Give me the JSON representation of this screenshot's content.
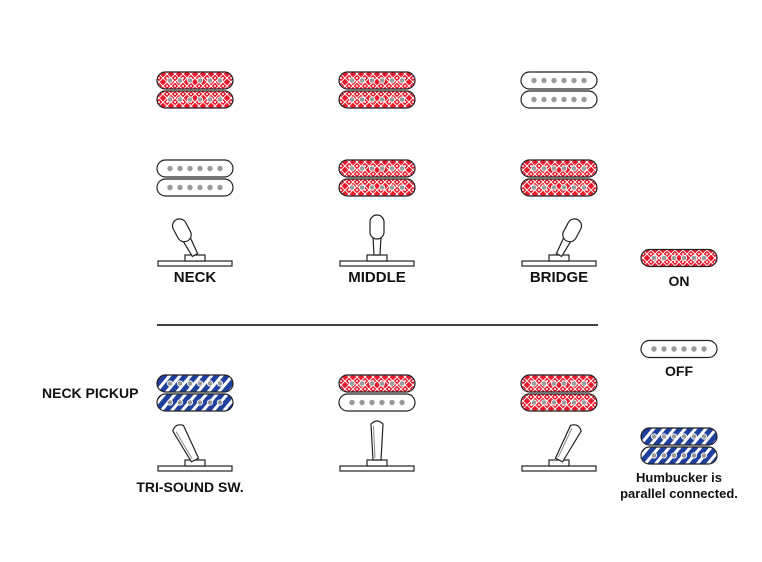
{
  "colors": {
    "on": "#e8192c",
    "parallel": "#1f3f9c",
    "off_fill": "#ffffff",
    "outline": "#222222",
    "pole": "#9a9a9a",
    "divider": "#000000"
  },
  "positions": [
    {
      "label": "NECK",
      "neck": "on",
      "bridge": "off",
      "lever": "left"
    },
    {
      "label": "MIDDLE",
      "neck": "on",
      "bridge": "on",
      "lever": "center"
    },
    {
      "label": "BRIDGE",
      "neck": "off",
      "bridge": "on",
      "lever": "right"
    }
  ],
  "tri_sound": {
    "row_label": "NECK PICKUP",
    "switch_label": "TRI-SOUND SW.",
    "columns": [
      {
        "pickup": "parallel",
        "lever": "left"
      },
      {
        "pickup": "split",
        "lever": "center"
      },
      {
        "pickup": "on",
        "lever": "right"
      }
    ]
  },
  "legend": {
    "on_label": "ON",
    "off_label": "OFF",
    "parallel_label_line1": "Humbucker is",
    "parallel_label_line2": "parallel connected."
  }
}
